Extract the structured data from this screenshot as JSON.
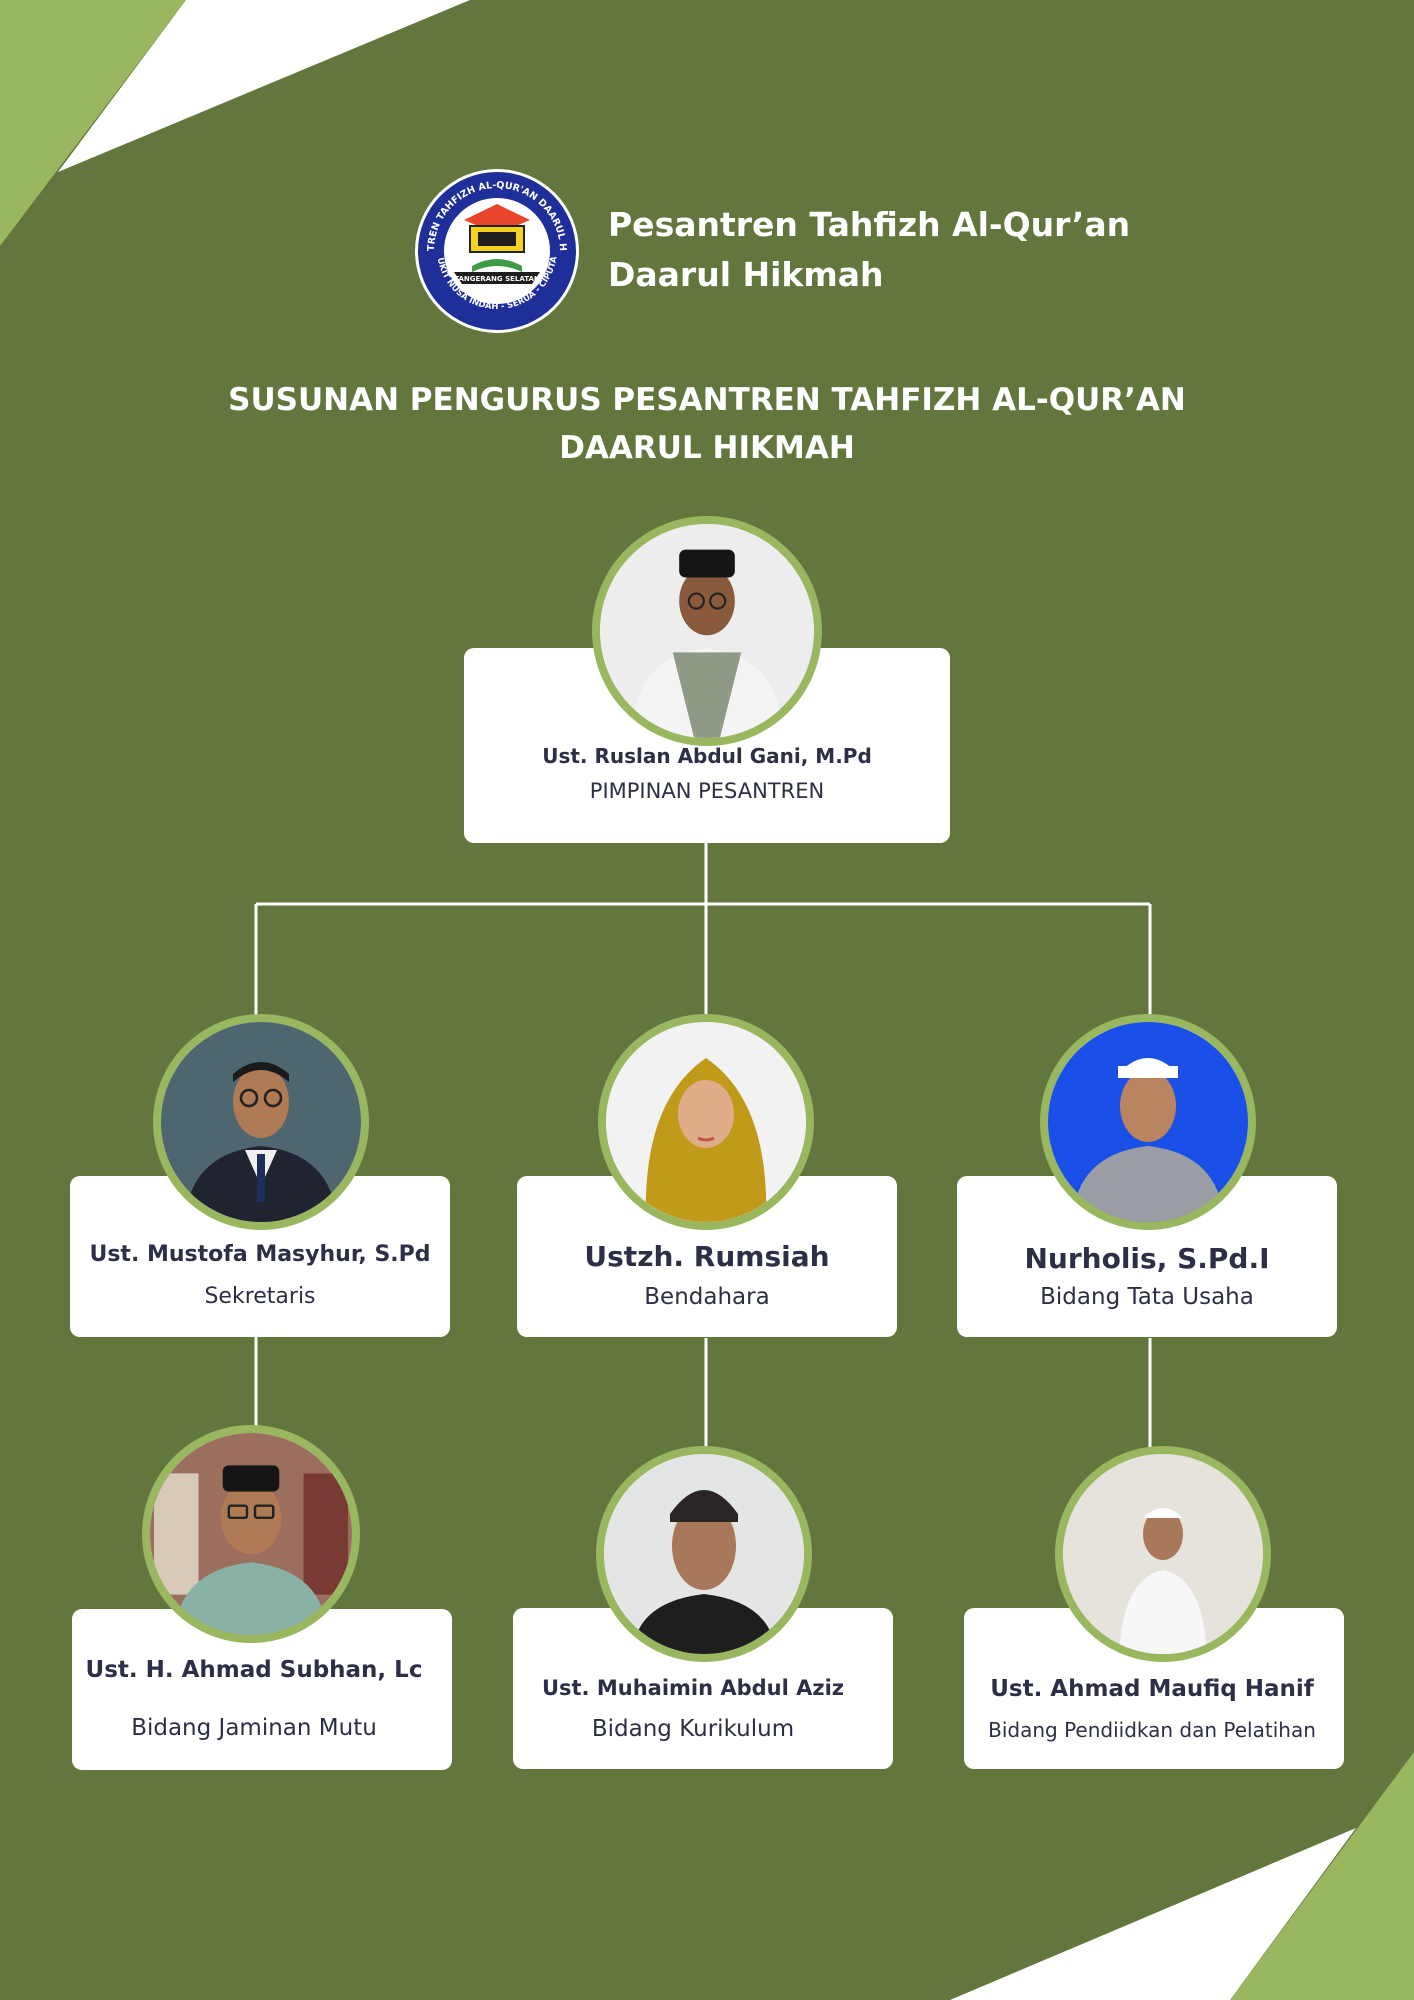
{
  "colors": {
    "background": "#63763d",
    "accent_light_green": "#98b75f",
    "card": "#ffffff",
    "text_dark": "#2c2f45",
    "logo_blue": "#1e2f9a"
  },
  "header": {
    "org_name_line1": "Pesantren Tahfizh Al-Qur’an",
    "org_name_line2": "Daarul Hikmah",
    "logo": {
      "icon": "school-seal-logo",
      "ring_text": "PESANTREN TAHFIZH AL-QUR'AN DAARUL HIKMAH",
      "bottom_ring_text": "BUKIT NUSA INDAH - SERUA - CIPUTAT",
      "banner_text": "TANGERANG SELATAN"
    }
  },
  "title": {
    "line1": "SUSUNAN PENGURUS PESANTREN TAHFIZH AL-QUR’AN",
    "line2": "DAARUL HIKMAH"
  },
  "members": [
    {
      "name": "Ust. Ruslan Abdul Gani, M.Pd",
      "role": "PIMPINAN PESANTREN",
      "photo_bg": "#ededed",
      "clothing": "#f4f4f4",
      "headwear": "peci-black"
    },
    {
      "name": "Ust. Mustofa Masyhur, S.Pd",
      "role": "Sekretaris",
      "photo_bg": "#4d6670",
      "clothing": "#1f2430",
      "headwear": "none"
    },
    {
      "name": "Ustzh. Rumsiah",
      "role": "Bendahara",
      "photo_bg": "#f2f2f2",
      "clothing": "#c29a1a",
      "headwear": "hijab"
    },
    {
      "name": "Nurholis, S.Pd.I",
      "role": "Bidang Tata Usaha",
      "photo_bg": "#1a4fe8",
      "clothing": "#9a9ea4",
      "headwear": "kopiah-white"
    },
    {
      "name": "Ust. H. Ahmad Subhan, Lc",
      "role": "Bidang Jaminan Mutu",
      "photo_bg": "#9c6e5e",
      "clothing": "#8ab1a5",
      "headwear": "peci-black"
    },
    {
      "name": "Ust. Muhaimin Abdul Aziz",
      "role": "Bidang Kurikulum",
      "photo_bg": "#e4e6e6",
      "clothing": "#1e1e1e",
      "headwear": "peci-black"
    },
    {
      "name": "Ust. Ahmad Maufiq Hanif",
      "role": "Bidang Pendiidkan dan Pelatihan",
      "photo_bg": "#e6e2dc",
      "clothing": "#f7f7f7",
      "headwear": "kopiah-white"
    }
  ]
}
